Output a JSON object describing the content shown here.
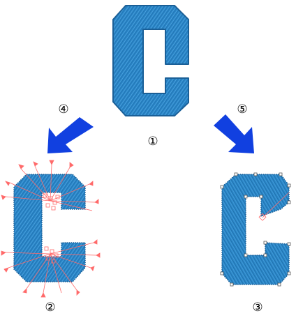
{
  "colors": {
    "letter_fill": "#2b86c8",
    "letter_outline": "#1a5f97",
    "arrow": "#1140e0",
    "handles": "#ff6a6a",
    "nodes": "#555555"
  },
  "figure": {
    "original": {
      "glyph": "C",
      "label": "①"
    },
    "transformed": {
      "glyph": "C",
      "label": "②"
    },
    "reshaped": {
      "glyph": "C",
      "label": "③"
    },
    "arrow_left": {
      "label": "④",
      "icon": "arrow-down-left-icon"
    },
    "arrow_right": {
      "label": "⑤",
      "icon": "arrow-down-right-icon"
    }
  }
}
